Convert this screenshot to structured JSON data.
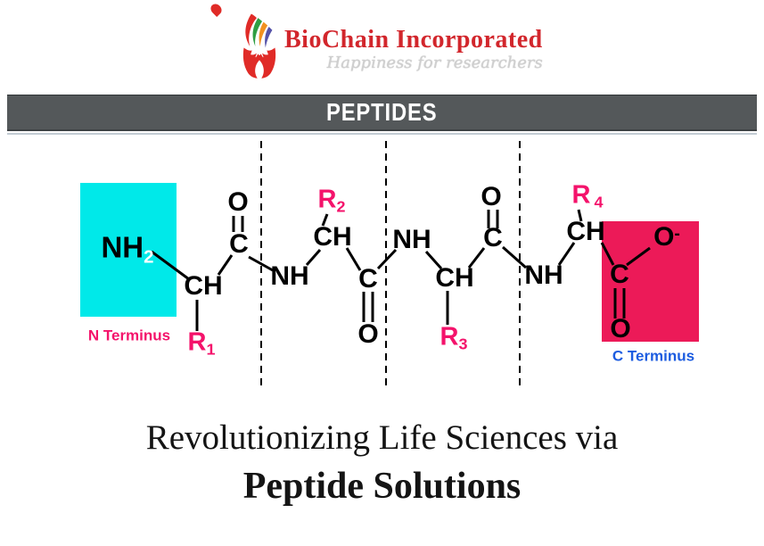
{
  "header": {
    "brand": "BioChain Incorporated",
    "tagline": "Happiness for researchers",
    "brand_color": "#d2262c"
  },
  "banner": {
    "title": "PEPTIDES",
    "background": "#54585a",
    "text_color": "#ffffff"
  },
  "diagram": {
    "amine": {
      "text": "NH",
      "sub": "2"
    },
    "alpha_carbon": "CH",
    "carbonyl_carbon": "C",
    "oxygen": "O",
    "amide": "NH",
    "carboxylate": {
      "text": "O",
      "sup": "-"
    },
    "side_chains": [
      {
        "text": "R",
        "sub": "1"
      },
      {
        "text": "R",
        "sub": "2"
      },
      {
        "text": "R",
        "sub": "3"
      },
      {
        "text": "R",
        "sub": "4"
      }
    ],
    "n_terminus": {
      "label": "N Terminus",
      "box_color": "#00e9e9",
      "label_color": "#f4136b"
    },
    "c_terminus": {
      "label": "C Terminus",
      "box_color": "#ec1a58",
      "label_color": "#1c5ce0"
    },
    "side_chain_color": "#f4136b"
  },
  "footer": {
    "line1": "Revolutionizing Life Sciences via",
    "line2": "Peptide Solutions"
  }
}
